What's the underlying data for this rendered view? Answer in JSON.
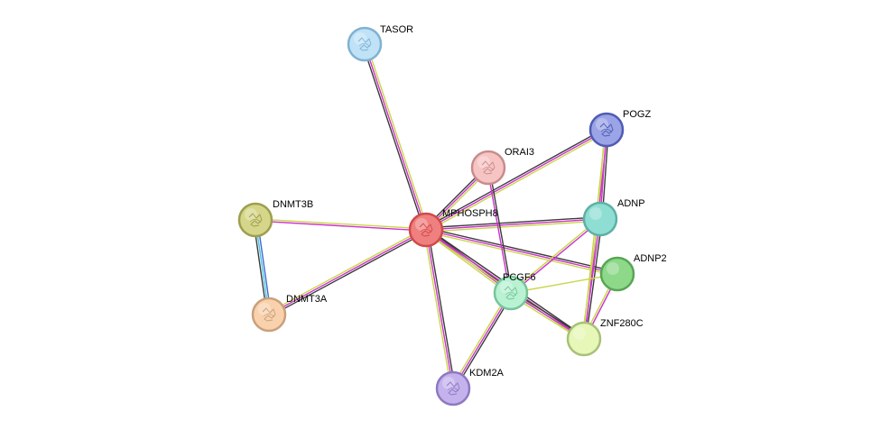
{
  "nodes": [
    {
      "id": "MPHOSPH8",
      "label": "MPHOSPH8",
      "fill": "#f08080",
      "stroke": "#d04a4a",
      "icon": "protein-structure-icon"
    },
    {
      "id": "TASOR",
      "label": "TASOR",
      "fill": "#bfe2f7",
      "stroke": "#7fb2d1",
      "icon": "protein-structure-icon"
    },
    {
      "id": "ORAI3",
      "label": "ORAI3",
      "fill": "#f7c4c4",
      "stroke": "#c98c8c",
      "icon": "protein-structure-icon"
    },
    {
      "id": "POGZ",
      "label": "POGZ",
      "fill": "#9aa4e6",
      "stroke": "#4f5cb3",
      "icon": "protein-structure-icon"
    },
    {
      "id": "ADNP",
      "label": "ADNP",
      "fill": "#8fded3",
      "stroke": "#5eb0a4",
      "icon": "none"
    },
    {
      "id": "ADNP2",
      "label": "ADNP2",
      "fill": "#8ed88a",
      "stroke": "#57a653",
      "icon": "none"
    },
    {
      "id": "DNMT3B",
      "label": "DNMT3B",
      "fill": "#d6d68a",
      "stroke": "#9e9e4f",
      "icon": "protein-structure-icon"
    },
    {
      "id": "DNMT3A",
      "label": "DNMT3A",
      "fill": "#f9d2ad",
      "stroke": "#c9a07a",
      "icon": "protein-structure-icon"
    },
    {
      "id": "PCGF6",
      "label": "PCGF6",
      "fill": "#b8f2d2",
      "stroke": "#78c49a",
      "icon": "protein-structure-icon"
    },
    {
      "id": "ZNF280C",
      "label": "ZNF280C",
      "fill": "#e6f7b8",
      "stroke": "#a9c07a",
      "icon": "none"
    },
    {
      "id": "KDM2A",
      "label": "KDM2A",
      "fill": "#c4b2ec",
      "stroke": "#8e78c2",
      "icon": "protein-structure-icon"
    }
  ],
  "edge_colors": {
    "black": "#3b3b3b",
    "magenta": "#cc33cc",
    "yellow": "#c8d64a",
    "blue": "#3a6ad4",
    "cyan": "#4cc4e0"
  },
  "edges": [
    {
      "from": "MPHOSPH8",
      "to": "TASOR",
      "types": [
        "black",
        "magenta",
        "yellow"
      ]
    },
    {
      "from": "MPHOSPH8",
      "to": "ORAI3",
      "types": [
        "black",
        "magenta",
        "yellow"
      ]
    },
    {
      "from": "MPHOSPH8",
      "to": "POGZ",
      "types": [
        "black",
        "magenta",
        "yellow"
      ]
    },
    {
      "from": "MPHOSPH8",
      "to": "ADNP",
      "types": [
        "black",
        "magenta",
        "yellow"
      ]
    },
    {
      "from": "MPHOSPH8",
      "to": "ADNP2",
      "types": [
        "black",
        "magenta",
        "yellow"
      ]
    },
    {
      "from": "MPHOSPH8",
      "to": "DNMT3B",
      "types": [
        "magenta",
        "yellow"
      ]
    },
    {
      "from": "MPHOSPH8",
      "to": "DNMT3A",
      "types": [
        "black",
        "magenta",
        "yellow"
      ]
    },
    {
      "from": "MPHOSPH8",
      "to": "PCGF6",
      "types": [
        "black",
        "magenta",
        "yellow"
      ]
    },
    {
      "from": "MPHOSPH8",
      "to": "ZNF280C",
      "types": [
        "black",
        "magenta",
        "yellow"
      ]
    },
    {
      "from": "MPHOSPH8",
      "to": "KDM2A",
      "types": [
        "black",
        "magenta",
        "yellow"
      ]
    },
    {
      "from": "DNMT3B",
      "to": "DNMT3A",
      "types": [
        "blue",
        "cyan",
        "black"
      ]
    },
    {
      "from": "ORAI3",
      "to": "PCGF6",
      "types": [
        "black",
        "magenta"
      ]
    },
    {
      "from": "POGZ",
      "to": "ADNP",
      "types": [
        "black",
        "magenta",
        "yellow"
      ]
    },
    {
      "from": "POGZ",
      "to": "ZNF280C",
      "types": [
        "magenta",
        "yellow"
      ]
    },
    {
      "from": "ADNP",
      "to": "PCGF6",
      "types": [
        "magenta",
        "yellow"
      ]
    },
    {
      "from": "ADNP",
      "to": "ZNF280C",
      "types": [
        "black",
        "magenta",
        "yellow"
      ]
    },
    {
      "from": "ADNP2",
      "to": "PCGF6",
      "types": [
        "yellow"
      ]
    },
    {
      "from": "ADNP2",
      "to": "ZNF280C",
      "types": [
        "magenta",
        "yellow"
      ]
    },
    {
      "from": "PCGF6",
      "to": "ZNF280C",
      "types": [
        "black",
        "magenta",
        "yellow"
      ]
    },
    {
      "from": "PCGF6",
      "to": "KDM2A",
      "types": [
        "black",
        "magenta",
        "yellow"
      ]
    }
  ]
}
